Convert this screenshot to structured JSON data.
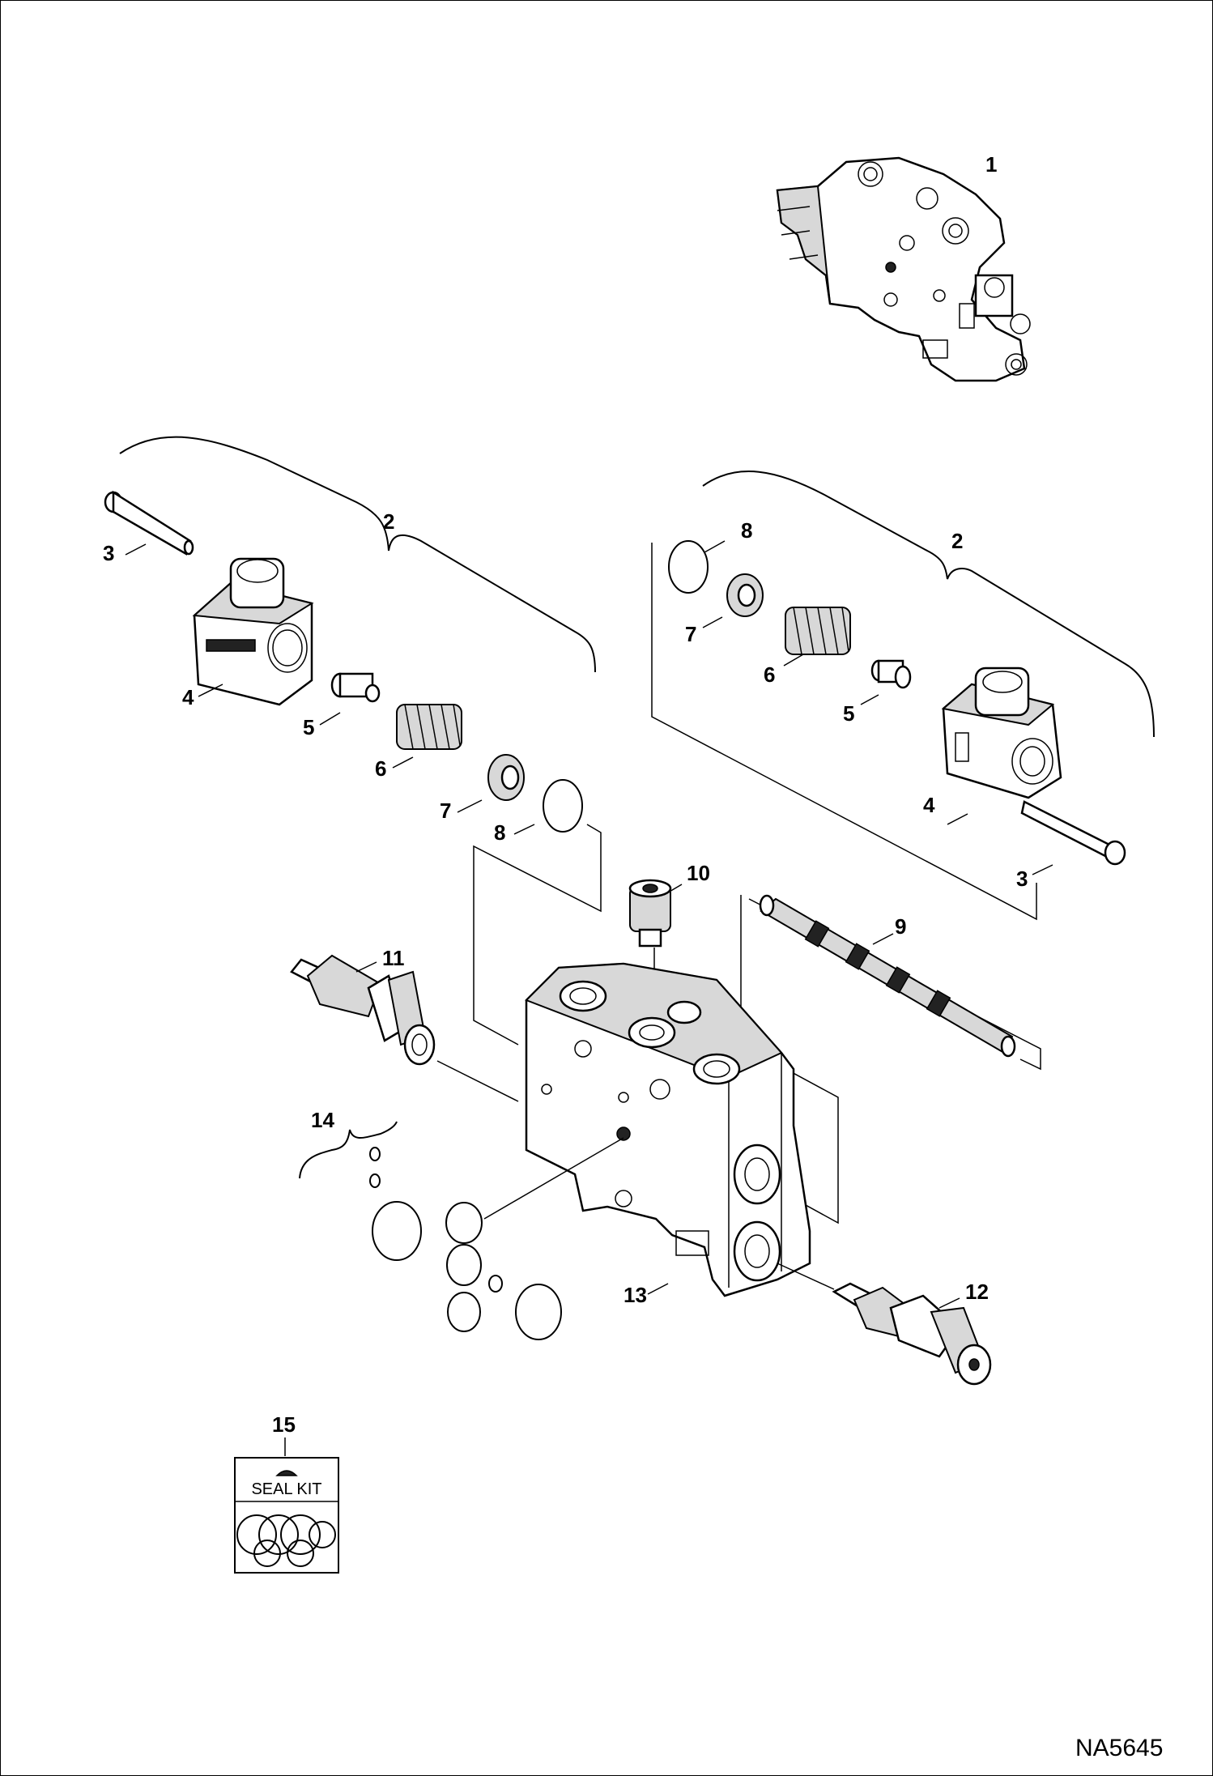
{
  "diagram": {
    "callouts": [
      {
        "id": "c1",
        "text": "1"
      },
      {
        "id": "c2a",
        "text": "2"
      },
      {
        "id": "c2b",
        "text": "2"
      },
      {
        "id": "c3a",
        "text": "3"
      },
      {
        "id": "c3b",
        "text": "3"
      },
      {
        "id": "c4a",
        "text": "4"
      },
      {
        "id": "c4b",
        "text": "4"
      },
      {
        "id": "c5a",
        "text": "5"
      },
      {
        "id": "c5b",
        "text": "5"
      },
      {
        "id": "c6a",
        "text": "6"
      },
      {
        "id": "c6b",
        "text": "6"
      },
      {
        "id": "c7a",
        "text": "7"
      },
      {
        "id": "c7b",
        "text": "7"
      },
      {
        "id": "c8a",
        "text": "8"
      },
      {
        "id": "c8b",
        "text": "8"
      },
      {
        "id": "c9",
        "text": "9"
      },
      {
        "id": "c10",
        "text": "10"
      },
      {
        "id": "c11",
        "text": "11"
      },
      {
        "id": "c12",
        "text": "12"
      },
      {
        "id": "c13",
        "text": "13"
      },
      {
        "id": "c14",
        "text": "14"
      },
      {
        "id": "c15",
        "text": "15"
      }
    ],
    "seal_kit_label": "SEAL KIT",
    "reference_code": "NA5645"
  }
}
